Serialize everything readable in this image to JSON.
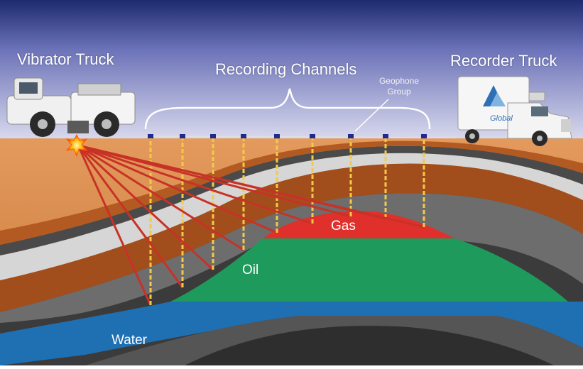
{
  "labels": {
    "vibrator_truck": "Vibrator Truck",
    "recording_channels": "Recording Channels",
    "geophone_group_line1": "Geophone",
    "geophone_group_line2": "Group",
    "recorder_truck": "Recorder Truck",
    "gas": "Gas",
    "oil": "Oil",
    "water": "Water",
    "truck_logo": "Global"
  },
  "colors": {
    "sky_top": "#1d2a6e",
    "sky_bottom": "#d9d9ee",
    "ground": "#d98a4a",
    "brown_layer": "#a14d1c",
    "gray_layer": "#6f6f6f",
    "dark_layer": "#3b3b3b",
    "light_band": "#d8d8d8",
    "gas": "#e0302b",
    "oil": "#1e9a5c",
    "water": "#1f6fb3",
    "ray_red": "#c83226",
    "ray_yellow": "#f3c94a"
  },
  "icons": [
    "vibrator-truck-icon",
    "recorder-truck-icon",
    "geophone-icon",
    "blast-icon"
  ]
}
